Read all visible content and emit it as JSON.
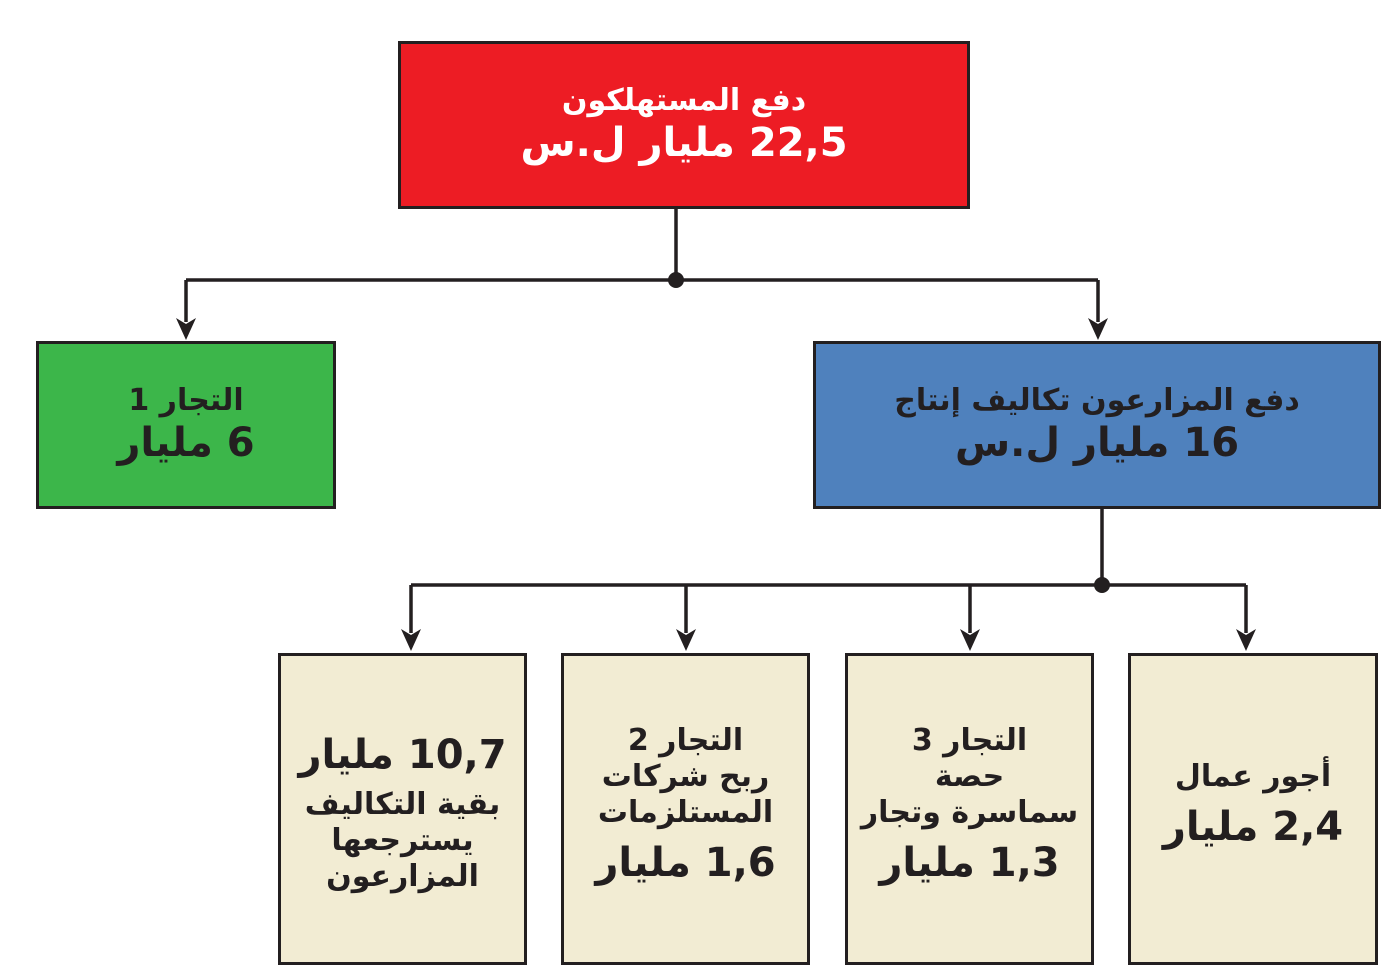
{
  "diagram": {
    "root": {
      "label": "دفع المستهلكون",
      "value": "22,5 مليار ل.س"
    },
    "traders_1": {
      "label": "التجار 1",
      "value": "6 مليار"
    },
    "farmers": {
      "label": "دفع المزارعون تكاليف إنتاج",
      "value": "16 مليار ل.س"
    },
    "costs": {
      "value": "10,7 مليار",
      "lines": [
        "بقية التكاليف",
        "يسترجعها",
        "المزارعون"
      ]
    },
    "traders_2": {
      "label": "التجار 2",
      "lines": [
        "ربح شركات",
        "المستلزمات"
      ],
      "value": "1,6 مليار"
    },
    "traders_3": {
      "label": "التجار 3",
      "lines": [
        "حصة",
        "سماسرة وتجار"
      ],
      "value": "1,3 مليار"
    },
    "wages": {
      "label": "أجور عمال",
      "value": "2,4 مليار"
    }
  },
  "colors": {
    "root": "#ed1c24",
    "traders_1": "#3cb64a",
    "farmers": "#4f81bd",
    "leaves": "#f2ecd3",
    "stroke": "#231f20"
  }
}
